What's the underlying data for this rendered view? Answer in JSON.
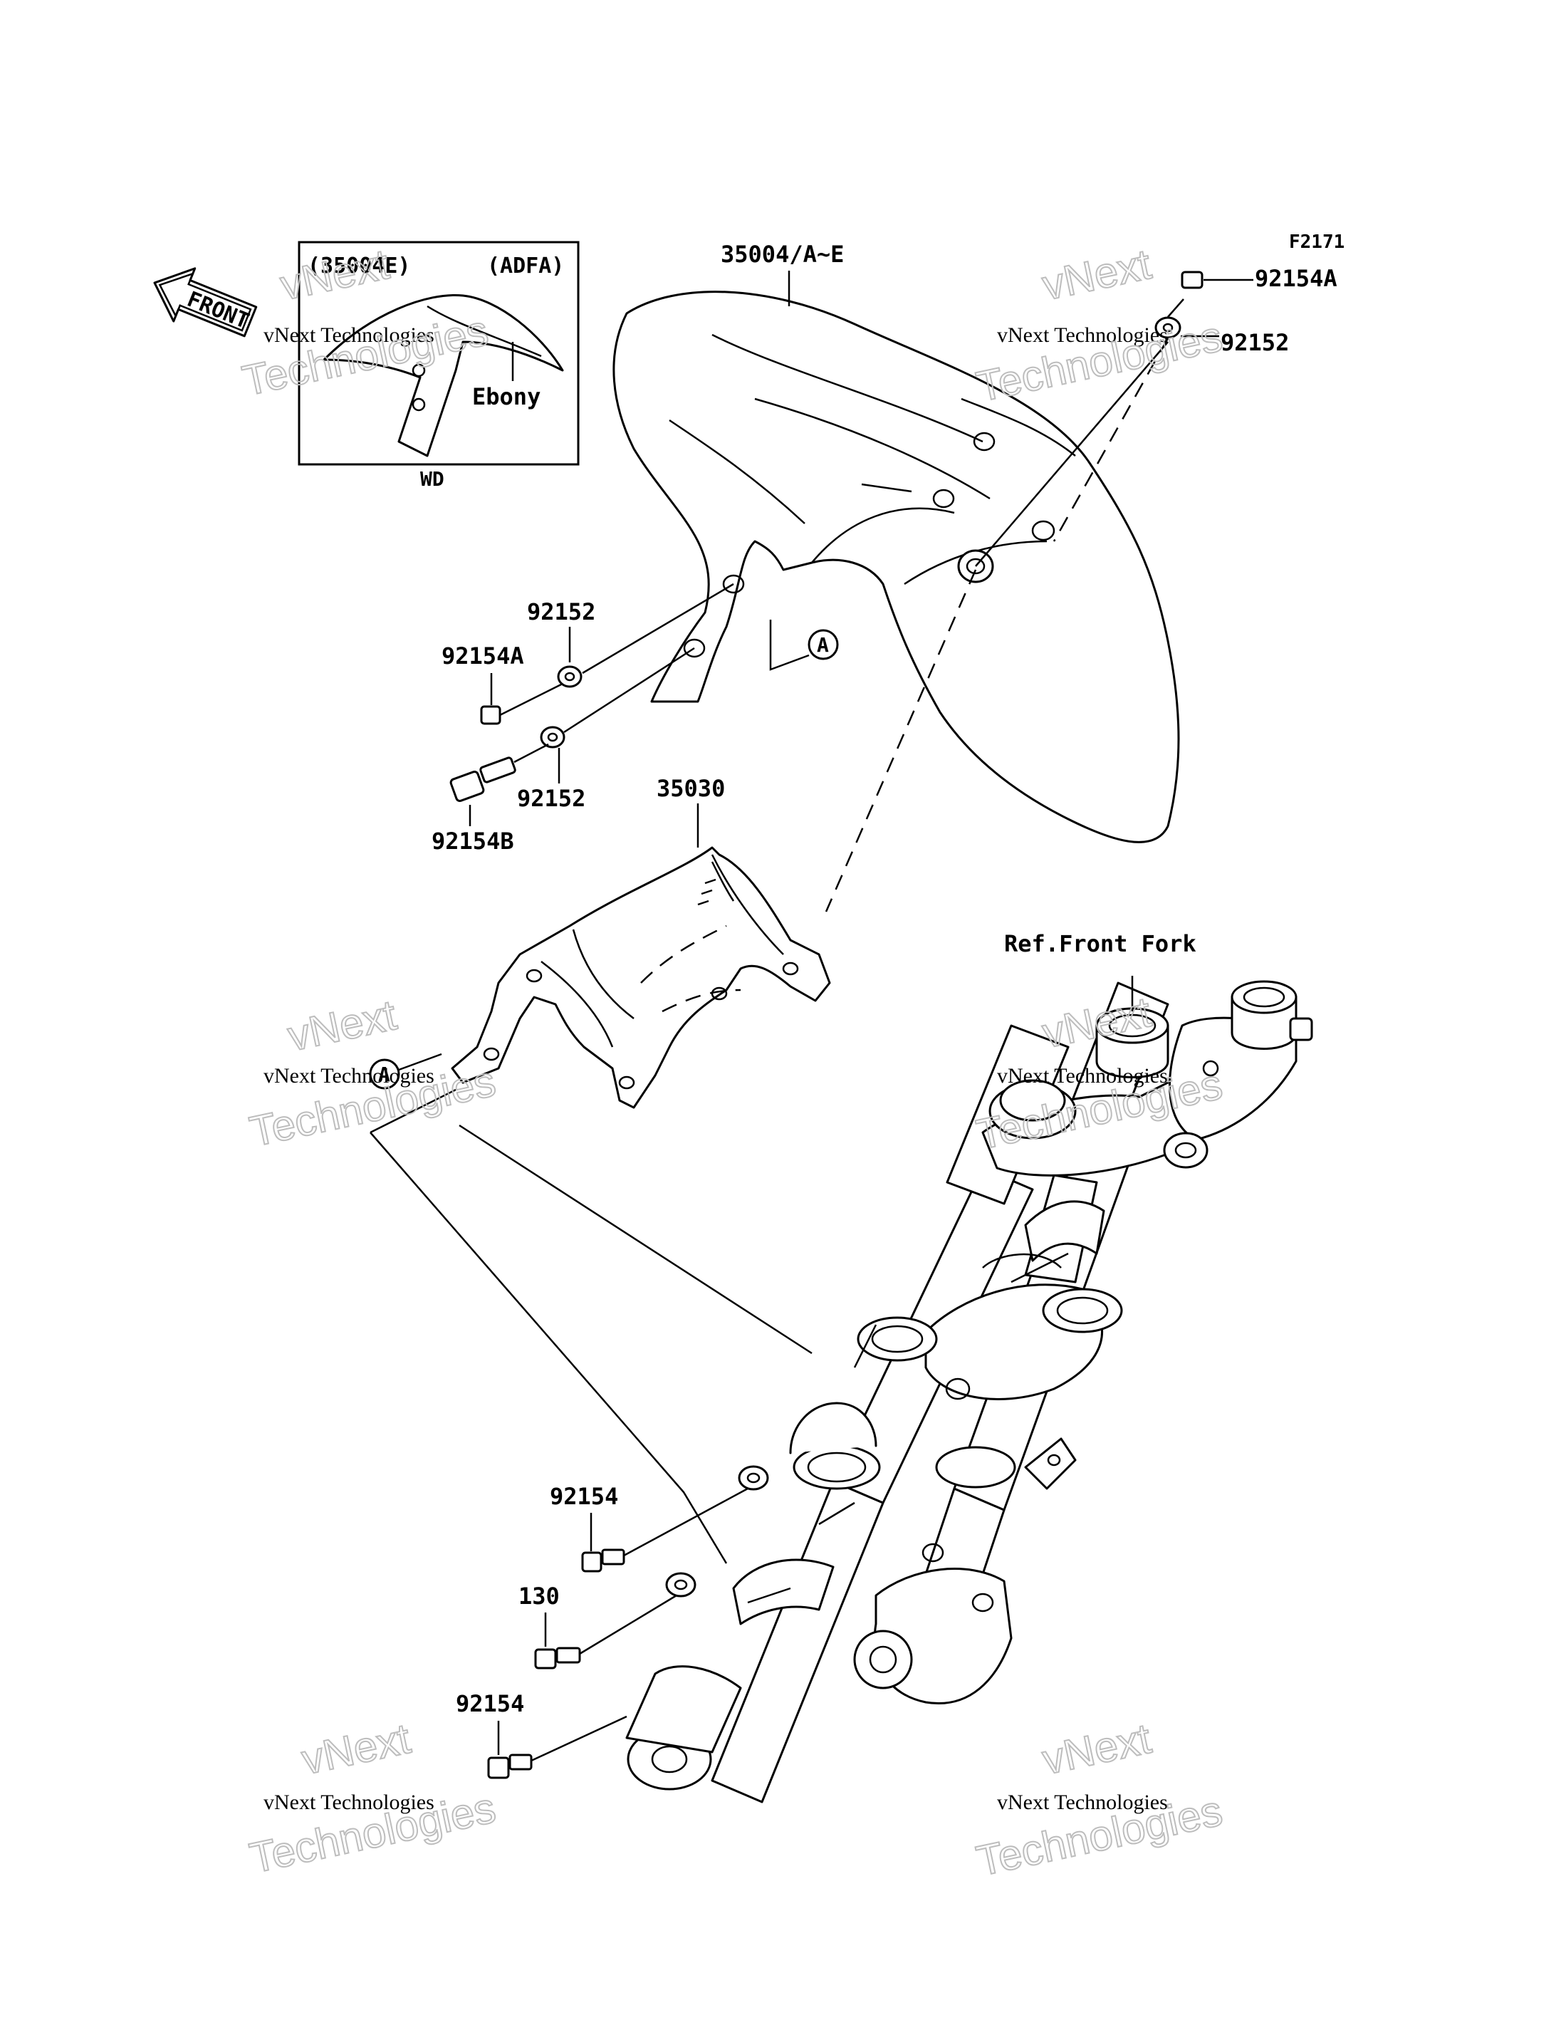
{
  "diagram": {
    "figure_code": "F2171",
    "front_arrow_label": "FRONT",
    "inset": {
      "part_code": "(35004E)",
      "model_code": "(ADFA)",
      "color_label": "Ebony",
      "caption": "WD"
    },
    "labels": {
      "front_fender": "35004/A~E",
      "bolt_top_right": "92154A",
      "washer_top_right": "92152",
      "washer_left_upper": "92152",
      "bolt_left": "92154A",
      "washer_left_lower": "92152",
      "spacer_bolt": "92154B",
      "bracket": "35030",
      "ref_front_fork": "Ref.Front Fork",
      "bolt_lower_1": "92154",
      "bolt_lower_2": "130",
      "bolt_lower_3": "92154"
    },
    "reference_marks": {
      "mark_upper": "A",
      "mark_lower": "A"
    },
    "watermark": {
      "line1": "vNext",
      "line2": "vNext Technologies",
      "line3": "Technologies"
    }
  }
}
